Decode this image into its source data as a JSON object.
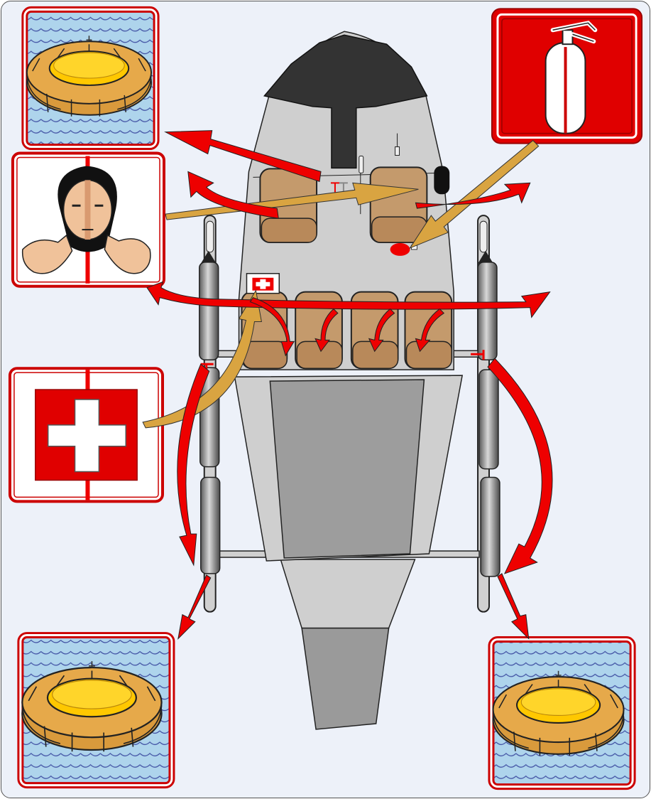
{
  "diagram": {
    "subject": "helicopter-emergency-equipment-layout",
    "colors": {
      "background": "#edf1f9",
      "fuselage": "#cfcfcf",
      "cockpit_roof": "#333333",
      "seat": "#c49a6c",
      "float": "#8a8a8a",
      "sign_red": "#e00000",
      "arrow_red": "#ee0000",
      "arrow_gold": "#d9a441",
      "water": "#aed4ec",
      "raft": "#e0a446",
      "raft_inner": "#ffcc00"
    },
    "signs": [
      {
        "id": "liferaft-top-left",
        "icon": "liferaft-icon"
      },
      {
        "id": "fire-extinguisher",
        "icon": "fire-extinguisher-icon"
      },
      {
        "id": "life-jacket",
        "icon": "life-jacket-icon"
      },
      {
        "id": "first-aid",
        "icon": "first-aid-cross-icon"
      },
      {
        "id": "liferaft-bottom-left",
        "icon": "liferaft-icon"
      },
      {
        "id": "liferaft-bottom-right",
        "icon": "liferaft-icon"
      }
    ]
  }
}
